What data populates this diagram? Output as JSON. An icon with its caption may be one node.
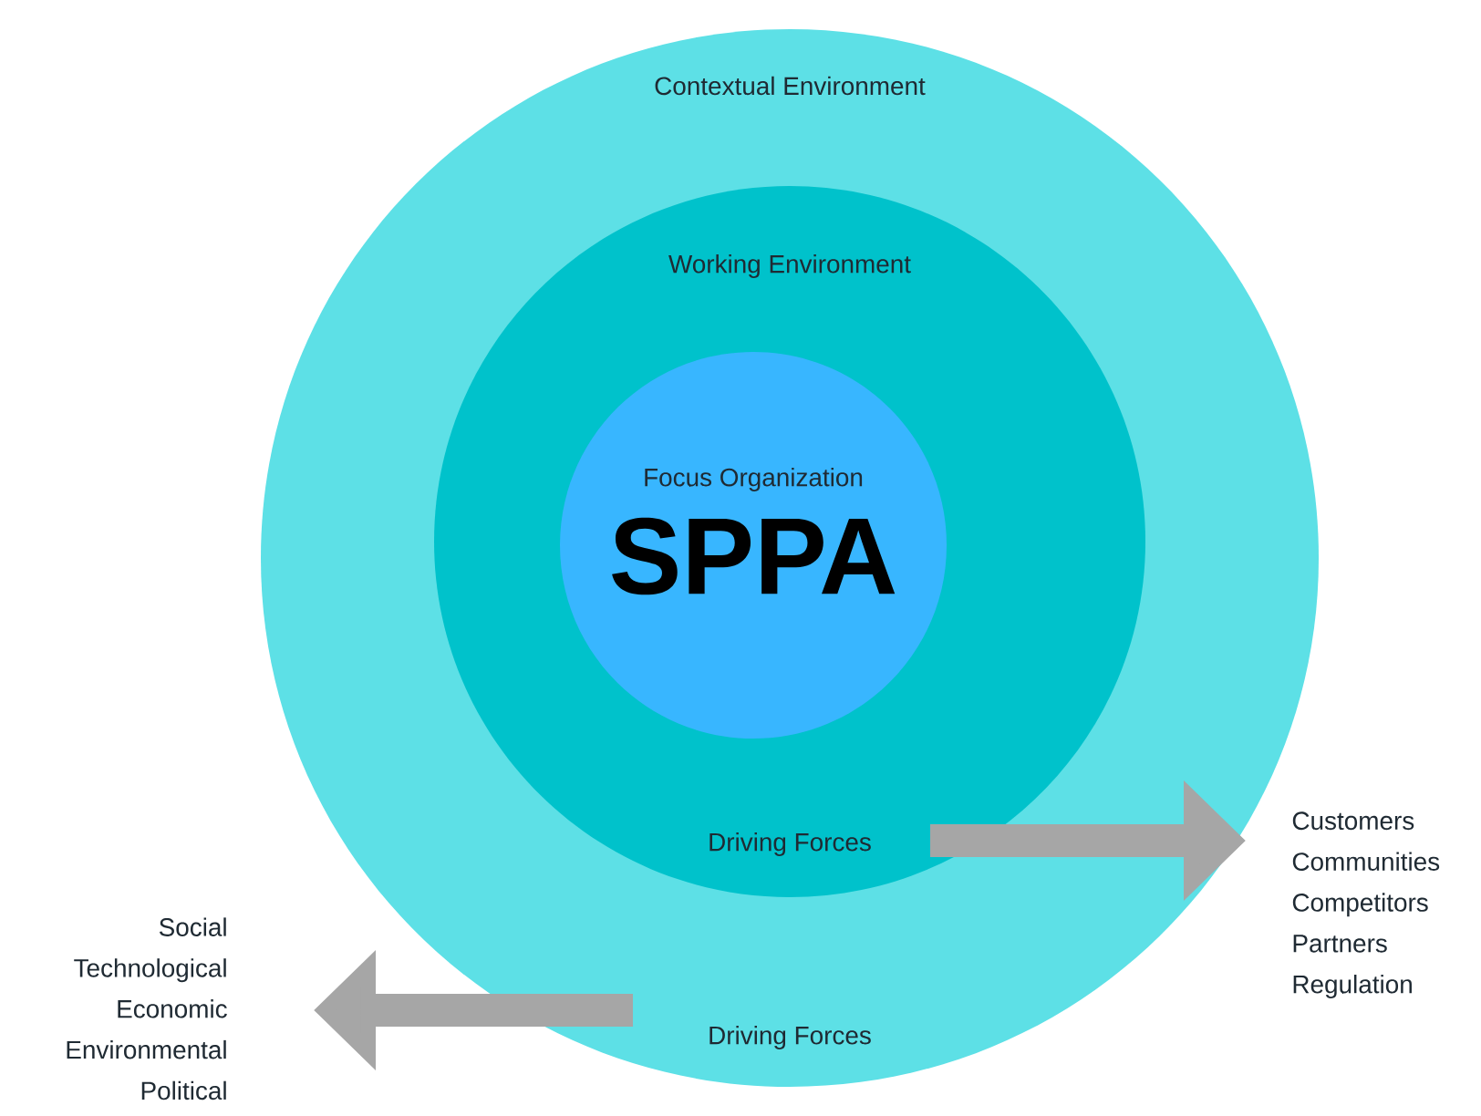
{
  "diagram": {
    "nodes": [
      {
        "text": [
          "Contextual Environment",
          "Driving Forces"
        ]
      },
      {
        "text": [
          "Working Environment",
          "Driving Forces"
        ],
        "in": 0
      },
      {
        "text": [
          "Focus Organization",
          "SPPA"
        ],
        "in": 1
      },
      {
        "text": [
          "Customers",
          "Communities",
          "Competitors",
          "Partners",
          "Regulation"
        ]
      },
      {
        "text": [
          "Social",
          "Technological",
          "Economic",
          "Environmental",
          "Political"
        ]
      }
    ],
    "edges": [
      {
        "from": 1,
        "to": 3,
        "arrow": "to"
      },
      {
        "from": 0,
        "to": 4,
        "arrow": "to"
      }
    ]
  }
}
